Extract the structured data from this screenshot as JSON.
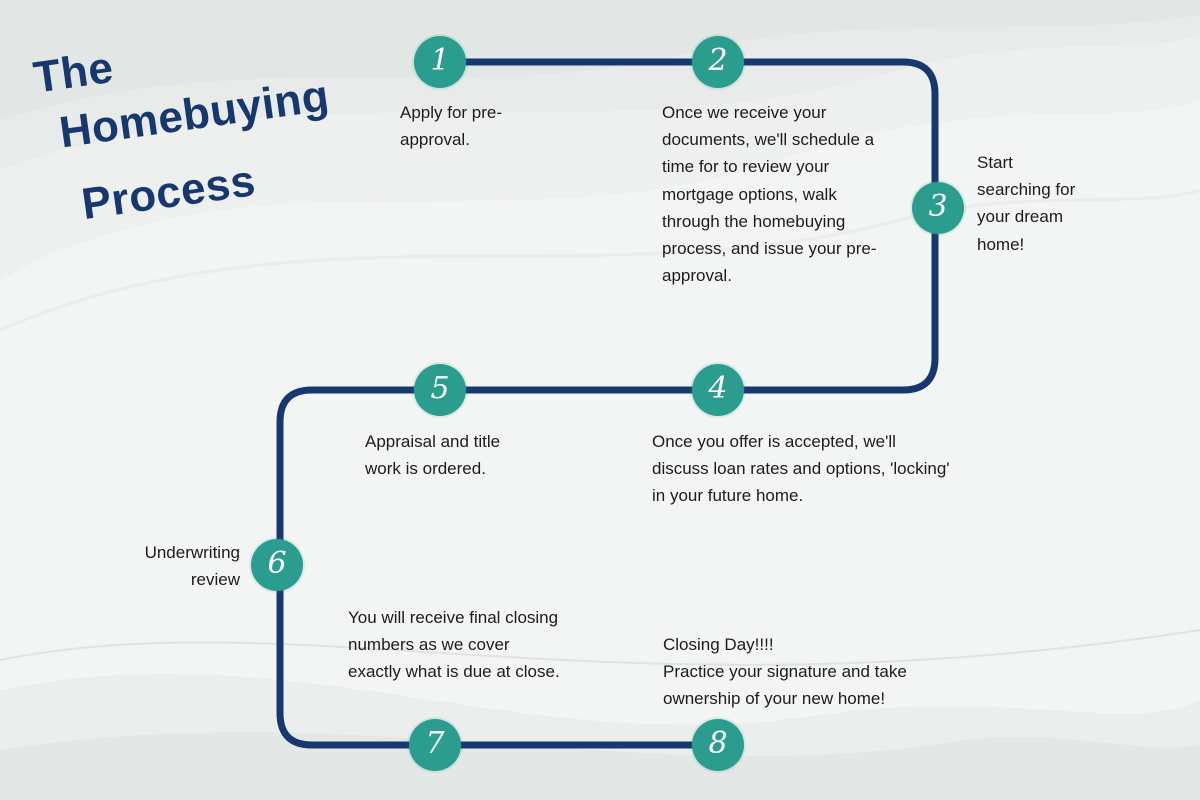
{
  "title": {
    "line1": "The",
    "line2": "Homebuying",
    "line3": "Process"
  },
  "colors": {
    "navy_line": "#17386e",
    "title_navy": "#1a4480",
    "teal_circle": "#2a9d8f",
    "text_dark": "#1c1c1c",
    "background": "#f3f4f4"
  },
  "steps": [
    {
      "number": "1",
      "text": "Apply for pre-approval."
    },
    {
      "number": "2",
      "text": "Once we receive your documents, we'll schedule a time for to review your mortgage options, walk through the homebuying process, and issue your pre-approval."
    },
    {
      "number": "3",
      "text": "Start searching for your dream home!"
    },
    {
      "number": "4",
      "text": "Once you offer is accepted, we'll discuss loan rates and options, 'locking' in your future home."
    },
    {
      "number": "5",
      "text": "Appraisal and title work is ordered."
    },
    {
      "number": "6",
      "text": "Underwriting review"
    },
    {
      "number": "7",
      "text": "You will receive final closing numbers as we cover exactly what is due at close."
    },
    {
      "number": "8",
      "text": "Closing Day!!!!\nPractice your signature and take ownership of your new home!"
    }
  ]
}
